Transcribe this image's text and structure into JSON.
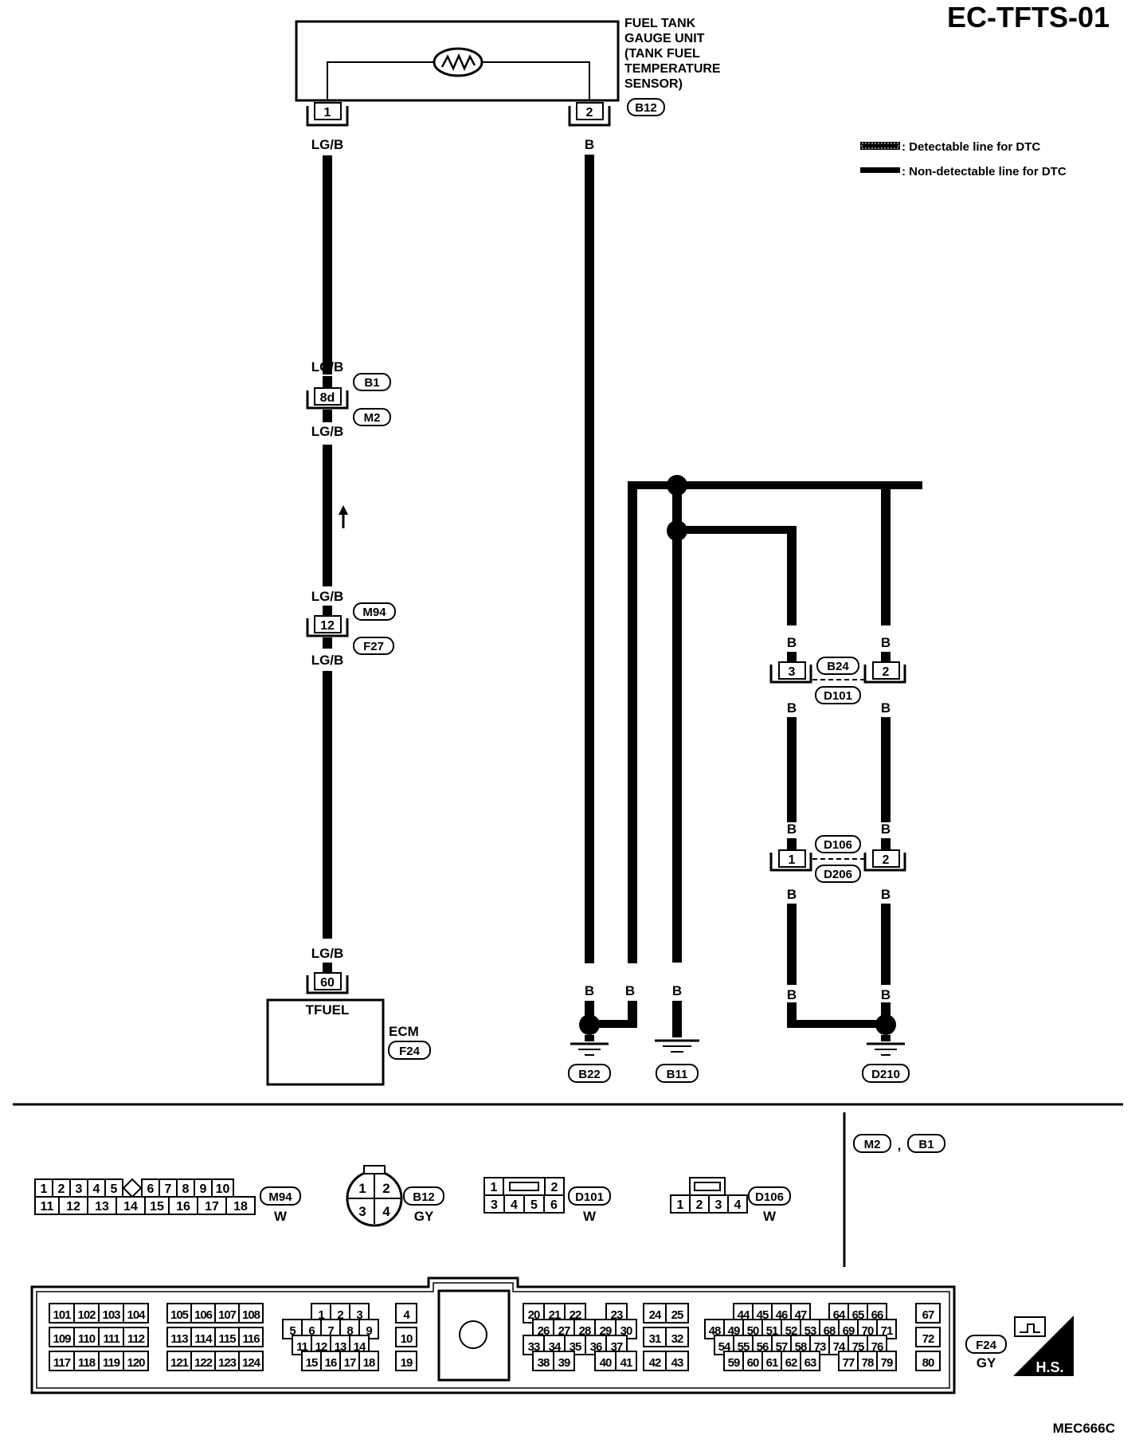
{
  "diagram_code": "EC-TFTS-01",
  "figure_code": "MEC666C",
  "sensor": {
    "title_lines": [
      "FUEL TANK",
      "GAUGE UNIT",
      "(TANK FUEL",
      "TEMPERATURE",
      "SENSOR)"
    ],
    "pin_left": "1",
    "pin_right": "2",
    "connector": "B12"
  },
  "legend": {
    "detectable": ": Detectable line for DTC",
    "non_detectable": ": Non-detectable line for DTC"
  },
  "wire_colors": {
    "lgb": "LG/B",
    "b": "B"
  },
  "joints": {
    "j1": {
      "pin": "8d",
      "upper": "B1",
      "lower": "M2"
    },
    "j2": {
      "pin": "12",
      "upper": "M94",
      "lower": "F27"
    },
    "j3": {
      "pin_left": "3",
      "pin_right": "2",
      "upper": "B24",
      "lower": "D101"
    },
    "j4": {
      "pin_left": "1",
      "pin_right": "2",
      "upper": "D106",
      "lower": "D206"
    }
  },
  "ecm": {
    "pin": "60",
    "signal": "TFUEL",
    "name": "ECM",
    "connector": "F24"
  },
  "grounds": [
    "B22",
    "B11",
    "D210"
  ],
  "conn_views": {
    "m94": {
      "id": "M94",
      "color": "W",
      "top": [
        "1",
        "2",
        "3",
        "4",
        "5",
        "",
        "6",
        "7",
        "8",
        "9",
        "10"
      ],
      "bottom": [
        "11",
        "12",
        "13",
        "14",
        "15",
        "16",
        "17",
        "18"
      ]
    },
    "b12": {
      "id": "B12",
      "color": "GY",
      "pins": [
        "1",
        "2",
        "3",
        "4"
      ]
    },
    "d101": {
      "id": "D101",
      "color": "W",
      "top": [
        "1",
        "2"
      ],
      "bottom": [
        "3",
        "4",
        "5",
        "6"
      ]
    },
    "d106": {
      "id": "D106",
      "color": "W",
      "pins": [
        "1",
        "2",
        "3",
        "4"
      ]
    },
    "m2b1": {
      "left": "M2",
      "sep": ",",
      "right": "B1"
    },
    "f24": {
      "id": "F24",
      "color": "GY",
      "hs": "H.S."
    }
  },
  "ecm_pins": {
    "g1": [
      [
        "101",
        "102",
        "103",
        "104"
      ],
      [
        "109",
        "110",
        "111",
        "112"
      ],
      [
        "117",
        "118",
        "119",
        "120"
      ]
    ],
    "g2": [
      [
        "105",
        "106",
        "107",
        "108"
      ],
      [
        "113",
        "114",
        "115",
        "116"
      ],
      [
        "121",
        "122",
        "123",
        "124"
      ]
    ],
    "g3": [
      [
        "1",
        "2",
        "3"
      ],
      [
        "5",
        "6",
        "7",
        "8",
        "9"
      ],
      [
        "11",
        "12",
        "13",
        "14"
      ],
      [
        "15",
        "16",
        "17",
        "18"
      ]
    ],
    "g4": [
      [
        "4"
      ],
      [
        "10"
      ],
      [
        "19"
      ]
    ],
    "g5": [
      [
        "20",
        "21",
        "22",
        "",
        "23"
      ],
      [
        "26",
        "27",
        "28",
        "29",
        "30"
      ],
      [
        "33",
        "34",
        "35",
        "36",
        "37"
      ],
      [
        "38",
        "39",
        "",
        "40",
        "41"
      ]
    ],
    "g6": [
      [
        "24",
        "25"
      ],
      [
        "31",
        "32"
      ],
      [
        "42",
        "43"
      ]
    ],
    "g7": [
      [
        "44",
        "45",
        "46",
        "47",
        "",
        "64",
        "65",
        "66"
      ],
      [
        "48",
        "49",
        "50",
        "51",
        "52",
        "53",
        "68",
        "69",
        "70",
        "71"
      ],
      [
        "54",
        "55",
        "56",
        "57",
        "58",
        "73",
        "74",
        "75",
        "76"
      ],
      [
        "59",
        "60",
        "61",
        "62",
        "63",
        "",
        "77",
        "78",
        "79"
      ]
    ],
    "g8": [
      [
        "67"
      ],
      [
        "72"
      ],
      [
        "80"
      ]
    ]
  }
}
